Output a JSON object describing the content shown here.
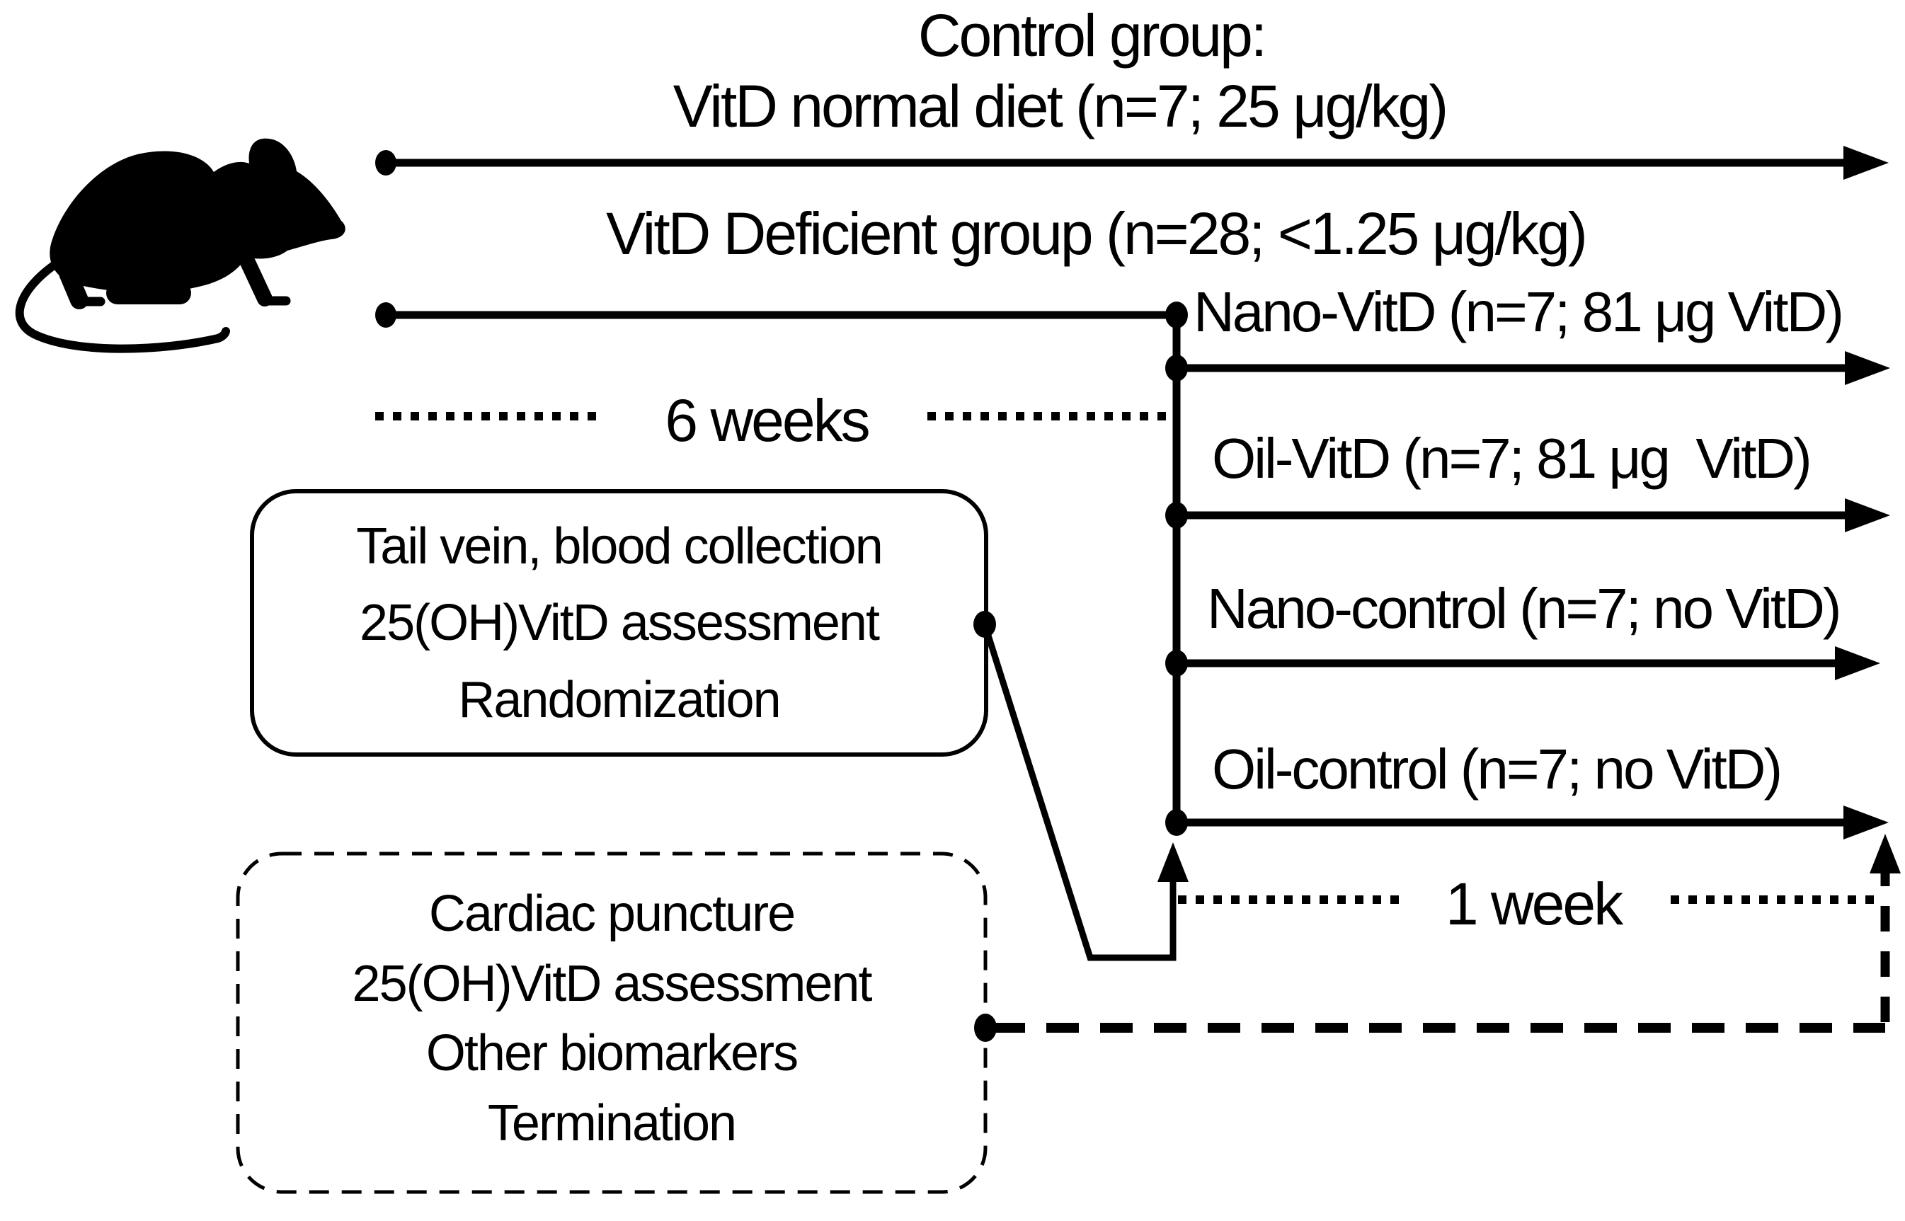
{
  "figure_labels": {
    "control_line1": "Control group:",
    "control_line2": "VitD normal diet (n=7; 25 μg/kg)",
    "deficient": "VitD Deficient group (n=28; <1.25 μg/kg)",
    "six_weeks": "6 weeks",
    "one_week": "1 week"
  },
  "branches": [
    {
      "label": "Nano-VitD (n=7; 81 μg VitD)"
    },
    {
      "label": "Oil-VitD (n=7; 81 μg  VitD)"
    },
    {
      "label": "Nano-control (n=7; no VitD)"
    },
    {
      "label": "Oil-control (n=7; no VitD)"
    }
  ],
  "midpoint_box": {
    "lines": [
      "Tail vein, blood collection",
      "25(OH)VitD assessment",
      "Randomization"
    ]
  },
  "terminal_box": {
    "lines": [
      "Cardiac puncture",
      "25(OH)VitD assessment",
      "Other biomarkers",
      "Termination"
    ]
  },
  "icons": {
    "animal": "rat-silhouette"
  },
  "colors": {
    "ink": "#000000",
    "background": "#ffffff"
  }
}
